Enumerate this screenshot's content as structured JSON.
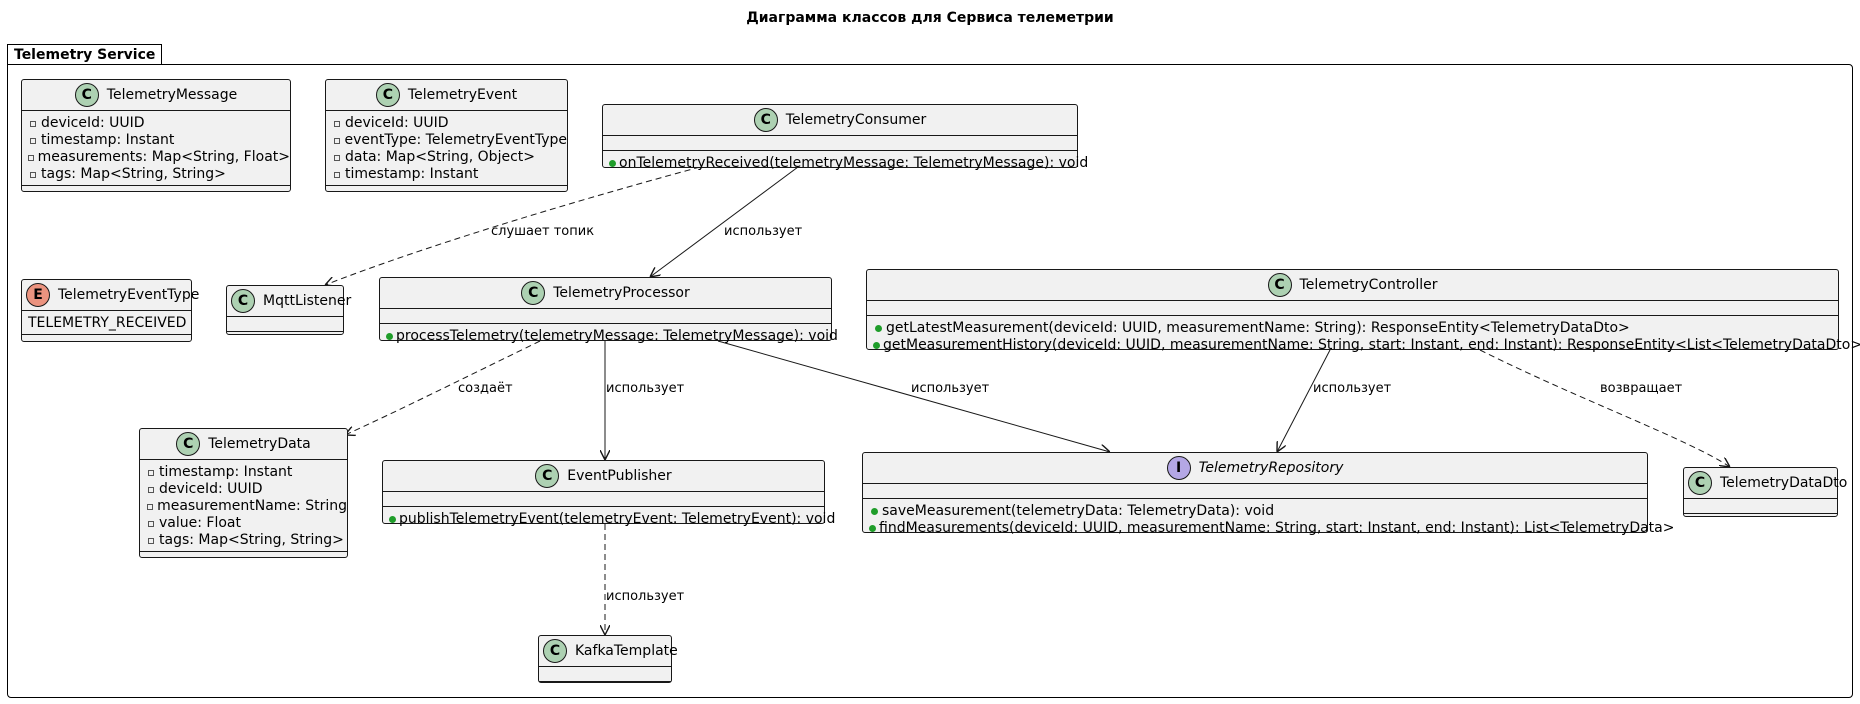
{
  "title": "Диаграмма классов для Сервиса телеметрии",
  "package": "Telemetry Service",
  "classes": {
    "telemetry_message": {
      "name": "TelemetryMessage",
      "fields": [
        "deviceId: UUID",
        "timestamp: Instant",
        "measurements: Map<String, Float>",
        "tags: Map<String, String>"
      ]
    },
    "telemetry_event": {
      "name": "TelemetryEvent",
      "fields": [
        "deviceId: UUID",
        "eventType: TelemetryEventType",
        "data: Map<String, Object>",
        "timestamp: Instant"
      ]
    },
    "telemetry_consumer": {
      "name": "TelemetryConsumer",
      "methods": [
        "onTelemetryReceived(telemetryMessage: TelemetryMessage): void"
      ]
    },
    "telemetry_event_type": {
      "name": "TelemetryEventType",
      "literals": [
        "TELEMETRY_RECEIVED"
      ]
    },
    "mqtt_listener": {
      "name": "MqttListener"
    },
    "telemetry_processor": {
      "name": "TelemetryProcessor",
      "methods": [
        "processTelemetry(telemetryMessage: TelemetryMessage): void"
      ]
    },
    "telemetry_controller": {
      "name": "TelemetryController",
      "methods": [
        "getLatestMeasurement(deviceId: UUID, measurementName: String): ResponseEntity<TelemetryDataDto>",
        "getMeasurementHistory(deviceId: UUID, measurementName: String, start: Instant, end: Instant): ResponseEntity<List<TelemetryDataDto>>"
      ]
    },
    "telemetry_data": {
      "name": "TelemetryData",
      "fields": [
        "timestamp: Instant",
        "deviceId: UUID",
        "measurementName: String",
        "value: Float",
        "tags: Map<String, String>"
      ]
    },
    "event_publisher": {
      "name": "EventPublisher",
      "methods": [
        "publishTelemetryEvent(telemetryEvent: TelemetryEvent): void"
      ]
    },
    "telemetry_repository": {
      "name": "TelemetryRepository",
      "methods": [
        "saveMeasurement(telemetryData: TelemetryData): void",
        "findMeasurements(deviceId: UUID, measurementName: String, start: Instant, end: Instant): List<TelemetryData>"
      ]
    },
    "telemetry_data_dto": {
      "name": "TelemetryDataDto"
    },
    "kafka_template": {
      "name": "KafkaTemplate"
    }
  },
  "relations": {
    "listens_topic": "слушает топик",
    "uses_1": "использует",
    "creates": "создаёт",
    "uses_2": "использует",
    "uses_3": "использует",
    "uses_4": "использует",
    "returns": "возвращает",
    "uses_5": "использует"
  },
  "colors": {
    "class_fill": "#f1f1f1",
    "class_badge": "#add1b2",
    "enum_badge": "#eb937f",
    "interface_badge": "#b4a7e5",
    "line": "#181818"
  }
}
